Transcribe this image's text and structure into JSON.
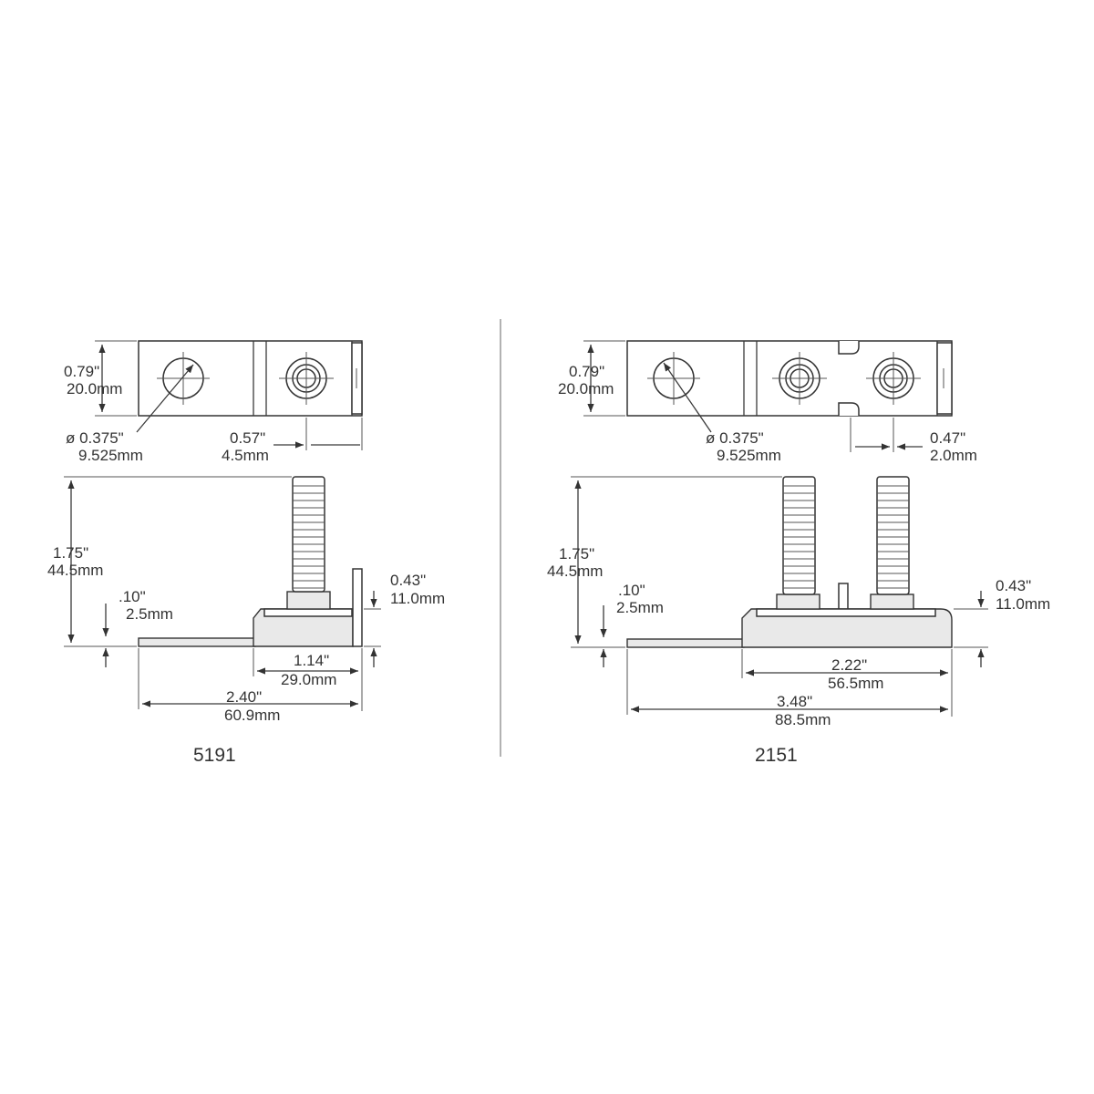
{
  "left": {
    "width_in": "0.79\"",
    "width_mm": "20.0mm",
    "hole_in": "ø 0.375\"",
    "hole_mm": "9.525mm",
    "offset_in": "0.57\"",
    "offset_mm": "4.5mm",
    "height_in": "1.75\"",
    "height_mm": "44.5mm",
    "tab_in": ".10\"",
    "tab_mm": "2.5mm",
    "base_in": "0.43\"",
    "base_mm": "11.0mm",
    "block_in": "1.14\"",
    "block_mm": "29.0mm",
    "total_in": "2.40\"",
    "total_mm": "60.9mm",
    "part_number": "5191"
  },
  "right": {
    "width_in": "0.79\"",
    "width_mm": "20.0mm",
    "hole_in": "ø 0.375\"",
    "hole_mm": "9.525mm",
    "offset_in": "0.47\"",
    "offset_mm": "2.0mm",
    "height_in": "1.75\"",
    "height_mm": "44.5mm",
    "tab_in": ".10\"",
    "tab_mm": "2.5mm",
    "base_in": "0.43\"",
    "base_mm": "11.0mm",
    "block_in": "2.22\"",
    "block_mm": "56.5mm",
    "total_in": "3.48\"",
    "total_mm": "88.5mm",
    "part_number": "2151"
  }
}
